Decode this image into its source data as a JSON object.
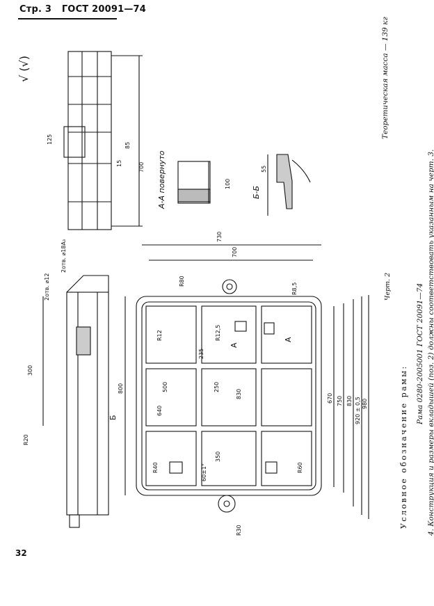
{
  "header": {
    "page": "Стр. 3",
    "standard": "ГОСТ 20091—74"
  },
  "page_number": "32",
  "drawing": {
    "roughness": "√ (√)",
    "section_aa": "А-А повернуто",
    "section_bb": "Б-Б",
    "figure_label": "Черт. 2",
    "mass": "Теоретическая масса — 139 кг",
    "dimensions": {
      "d730": "730",
      "d700": "700",
      "d800": "800",
      "d500": "500",
      "d640": "640",
      "d250": "250",
      "d830": "830",
      "d670": "670",
      "d750": "750",
      "d920": "920 ± 0,5",
      "d980": "980",
      "d300": "300",
      "d235": "235",
      "d350": "350",
      "d125": "125",
      "d15": "15",
      "d85": "85",
      "d100": "100",
      "d55": "55",
      "r40": "R40",
      "r60": "R60",
      "r20": "R20",
      "r12": "R12",
      "r125": "R12,5",
      "r30": "R30",
      "r80": "R80",
      "r85": "R8,5",
      "a": "А",
      "b": "Б",
      "holes": "2отв. ⌀12",
      "holes2": "2отв. ⌀18А₃",
      "angle": "60±1°"
    }
  },
  "caption": "Условное обозначение рамы:",
  "text": {
    "line1": "Рама 0280-2005001 ГОСТ 20091—74",
    "line2": "4. Конструкция и размеры вкладышей (поз. 2) должны соответствовать указанным на черт. 3."
  }
}
